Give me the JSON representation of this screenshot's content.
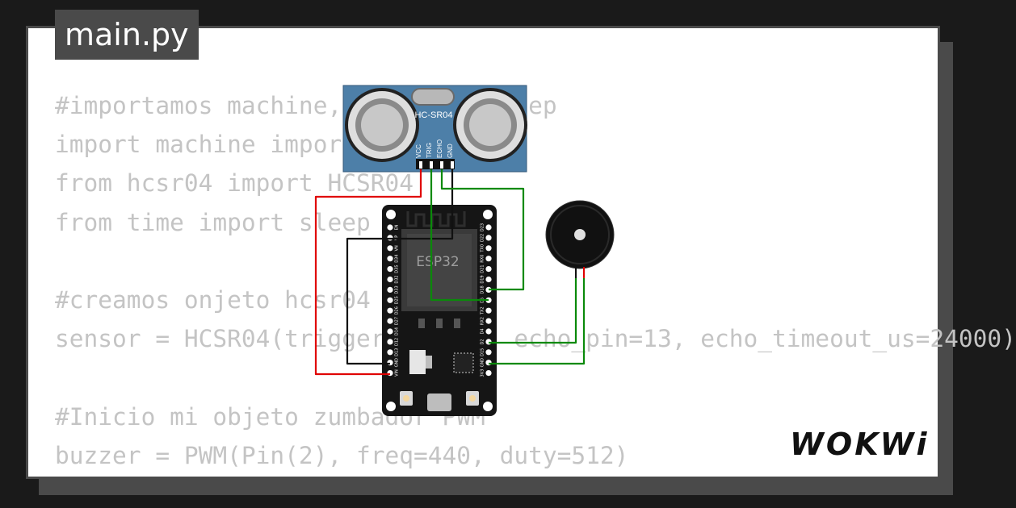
{
  "file_tab": {
    "label": "main.py"
  },
  "code_lines": [
    "#importamos machine, HCSR04 y sleep",
    "import machine import Pin, PWM",
    "from hcsr04 import HCSR04",
    "from time import sleep",
    "",
    "#creamos onjeto hcsr04",
    "sensor = HCSR04(trigger_pin=12, echo_pin=13, echo_timeout_us=24000)",
    "",
    "#Inicio mi objeto zumbador PWM",
    "buzzer = PWM(Pin(2), freq=440, duty=512)"
  ],
  "sensor": {
    "name": "HC-SR04",
    "pins": [
      "VCC",
      "TRIG",
      "ECHO",
      "GND"
    ]
  },
  "board": {
    "name": "ESP32",
    "left_pins": [
      "EN",
      "VP",
      "VN",
      "D34",
      "D35",
      "D32",
      "D33",
      "D25",
      "D26",
      "D27",
      "D14",
      "D12",
      "D13",
      "GND",
      "VIN"
    ],
    "right_pins": [
      "D23",
      "D22",
      "TX0",
      "RX0",
      "D21",
      "D19",
      "D18",
      "D5",
      "TX2",
      "RX2",
      "D4",
      "D2",
      "D15",
      "GND",
      "3V3"
    ]
  },
  "brand": {
    "text": "WOKWi"
  },
  "colors": {
    "wire_red": "#e00000",
    "wire_black": "#111111",
    "wire_green": "#0a8a0a",
    "sensor_blue": "#4d7fa8",
    "board_black": "#151515"
  }
}
